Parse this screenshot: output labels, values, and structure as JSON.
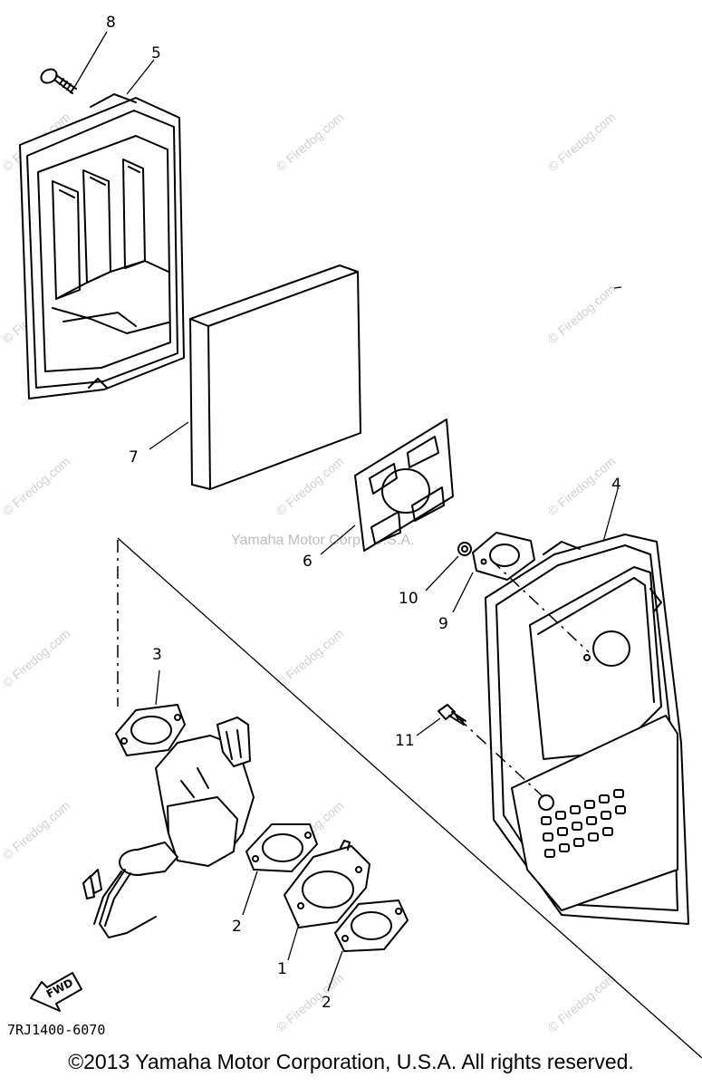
{
  "callouts": {
    "c1": "1",
    "c2a": "2",
    "c2b": "2",
    "c3": "3",
    "c4": "4",
    "c5": "5",
    "c6": "6",
    "c7": "7",
    "c8": "8",
    "c9": "9",
    "c10": "10",
    "c11": "11"
  },
  "watermark": "© Firedog.com",
  "center_watermark": "Yamaha Motor Corp., U.S.A.",
  "part_code": "7RJ1400-6070",
  "fwd_label": "FWD",
  "copyright": "©2013 Yamaha Motor Corporation, U.S.A. All rights reserved."
}
